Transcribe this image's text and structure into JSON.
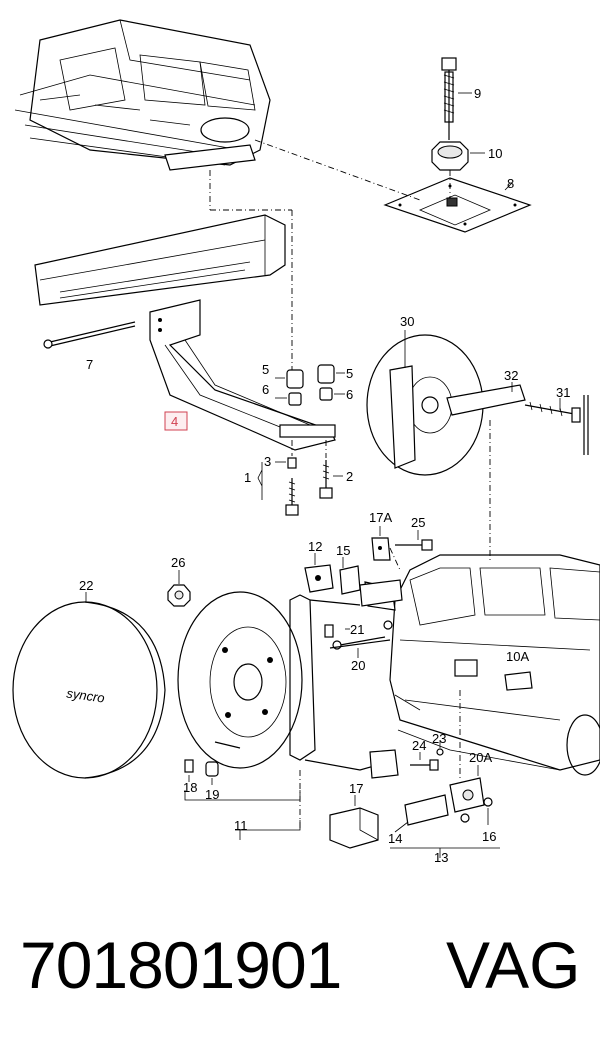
{
  "diagram": {
    "callouts": {
      "c1": "1",
      "c2": "2",
      "c3": "3",
      "c4": "4",
      "c5a": "5",
      "c5b": "5",
      "c6a": "6",
      "c6b": "6",
      "c7": "7",
      "c8": "8",
      "c9": "9",
      "c10": "10",
      "c11": "11",
      "c12": "12",
      "c13": "13",
      "c14": "14",
      "c15": "15",
      "c16": "16",
      "c17": "17",
      "c17a": "17A",
      "c18": "18",
      "c19": "19",
      "c20": "20",
      "c20a": "20A",
      "c21": "21",
      "c22": "22",
      "c23": "23",
      "c24": "24",
      "c25": "25",
      "c26": "26",
      "c30": "30",
      "c31": "31",
      "c32": "32",
      "c10a": "10A"
    },
    "highlighted_callout": "4",
    "cover_script": "syncro"
  },
  "footer": {
    "part_number": "701801901",
    "brand": "VAG"
  }
}
